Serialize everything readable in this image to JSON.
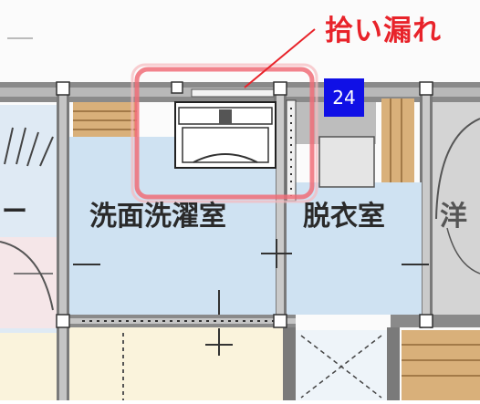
{
  "callout": {
    "text": "拾い漏れ",
    "color": "#e8232a"
  },
  "badge": {
    "number": "24",
    "color": "#1010e6"
  },
  "rooms": [
    {
      "label": "ー"
    },
    {
      "label": "洗面洗濯室"
    },
    {
      "label": "脱衣室"
    },
    {
      "label": "洋"
    }
  ],
  "colors": {
    "room_fill": "#cfe2f2",
    "wall": "#6e6e6e",
    "wood": "#d9b07a",
    "highlight": "#f06d78"
  }
}
